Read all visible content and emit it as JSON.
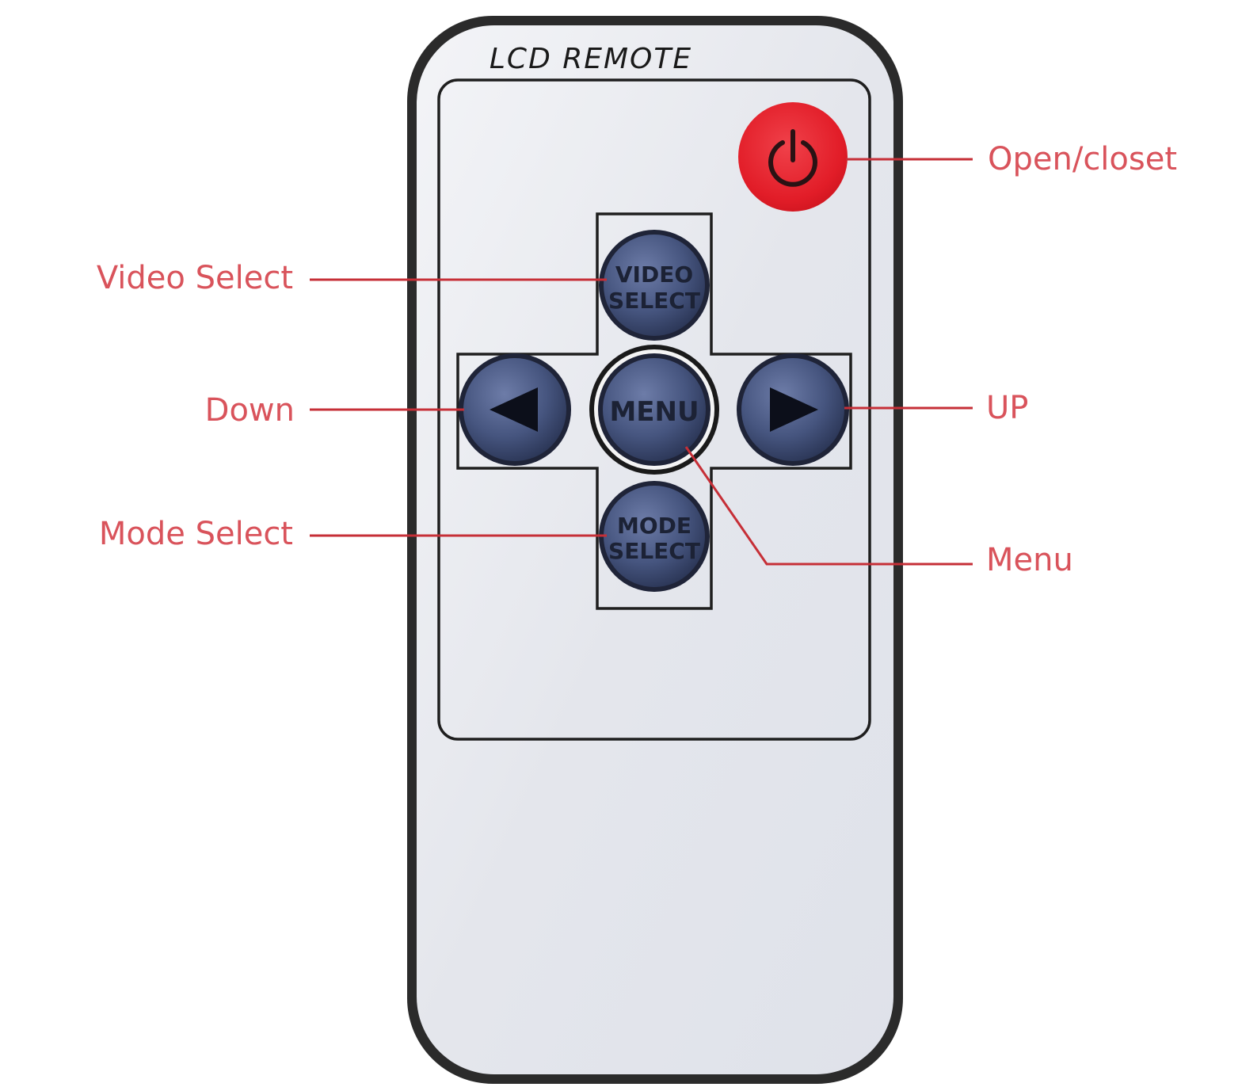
{
  "remote": {
    "title": "LCD REMOTE",
    "buttons": {
      "power_icon": "power-icon",
      "video_select_line1": "VIDEO",
      "video_select_line2": "SELECT",
      "menu": "MENU",
      "mode_select_line1": "MODE",
      "mode_select_line2": "SELECT",
      "left_icon": "triangle-left-icon",
      "right_icon": "triangle-right-icon"
    }
  },
  "callouts": {
    "open_close": "Open/closet",
    "video_select": "Video Select",
    "down": "Down",
    "up": "UP",
    "mode_select": "Mode Select",
    "menu": "Menu"
  },
  "colors": {
    "callout_text": "#d9535b",
    "leader_line": "#c62f37",
    "power_button": "#e2202b",
    "nav_button": "#3c4a72",
    "remote_body": "#e6e8ee",
    "remote_border": "#2a2a2a"
  }
}
